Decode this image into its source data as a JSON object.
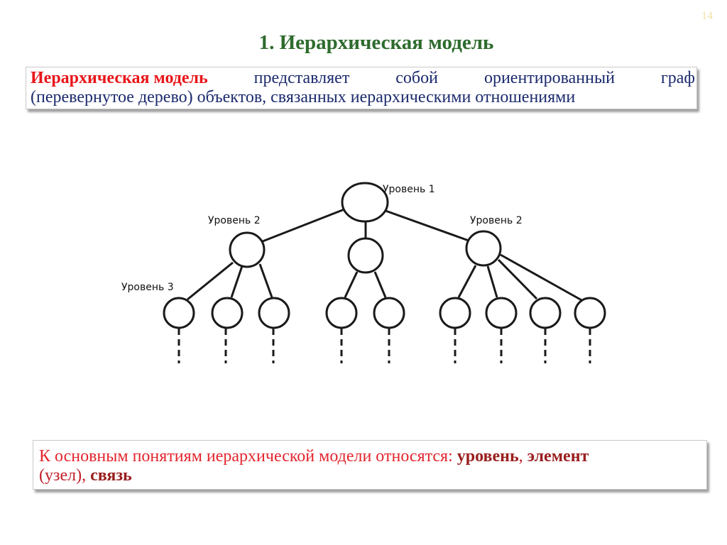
{
  "slide_number": "14",
  "title": "1. Иерархическая модель",
  "definition": {
    "term": "Иерархическая модель",
    "line1_words": [
      "представляет",
      "собой",
      "ориентированный",
      "граф"
    ],
    "line2": "(перевернутое дерево) объектов, связанных иерархическими отношениями"
  },
  "diagram": {
    "labels": {
      "level1": "Уровень 1",
      "level2_left": "Уровень 2",
      "level2_right": "Уровень 2",
      "level3": "Уровень 3"
    }
  },
  "concepts": {
    "intro": "К основным понятиям иерархической модели относятся:",
    "term1": "уровень",
    "sep1": ",",
    "term2": "элемент",
    "mid": "(узел),",
    "term3": "связь"
  }
}
